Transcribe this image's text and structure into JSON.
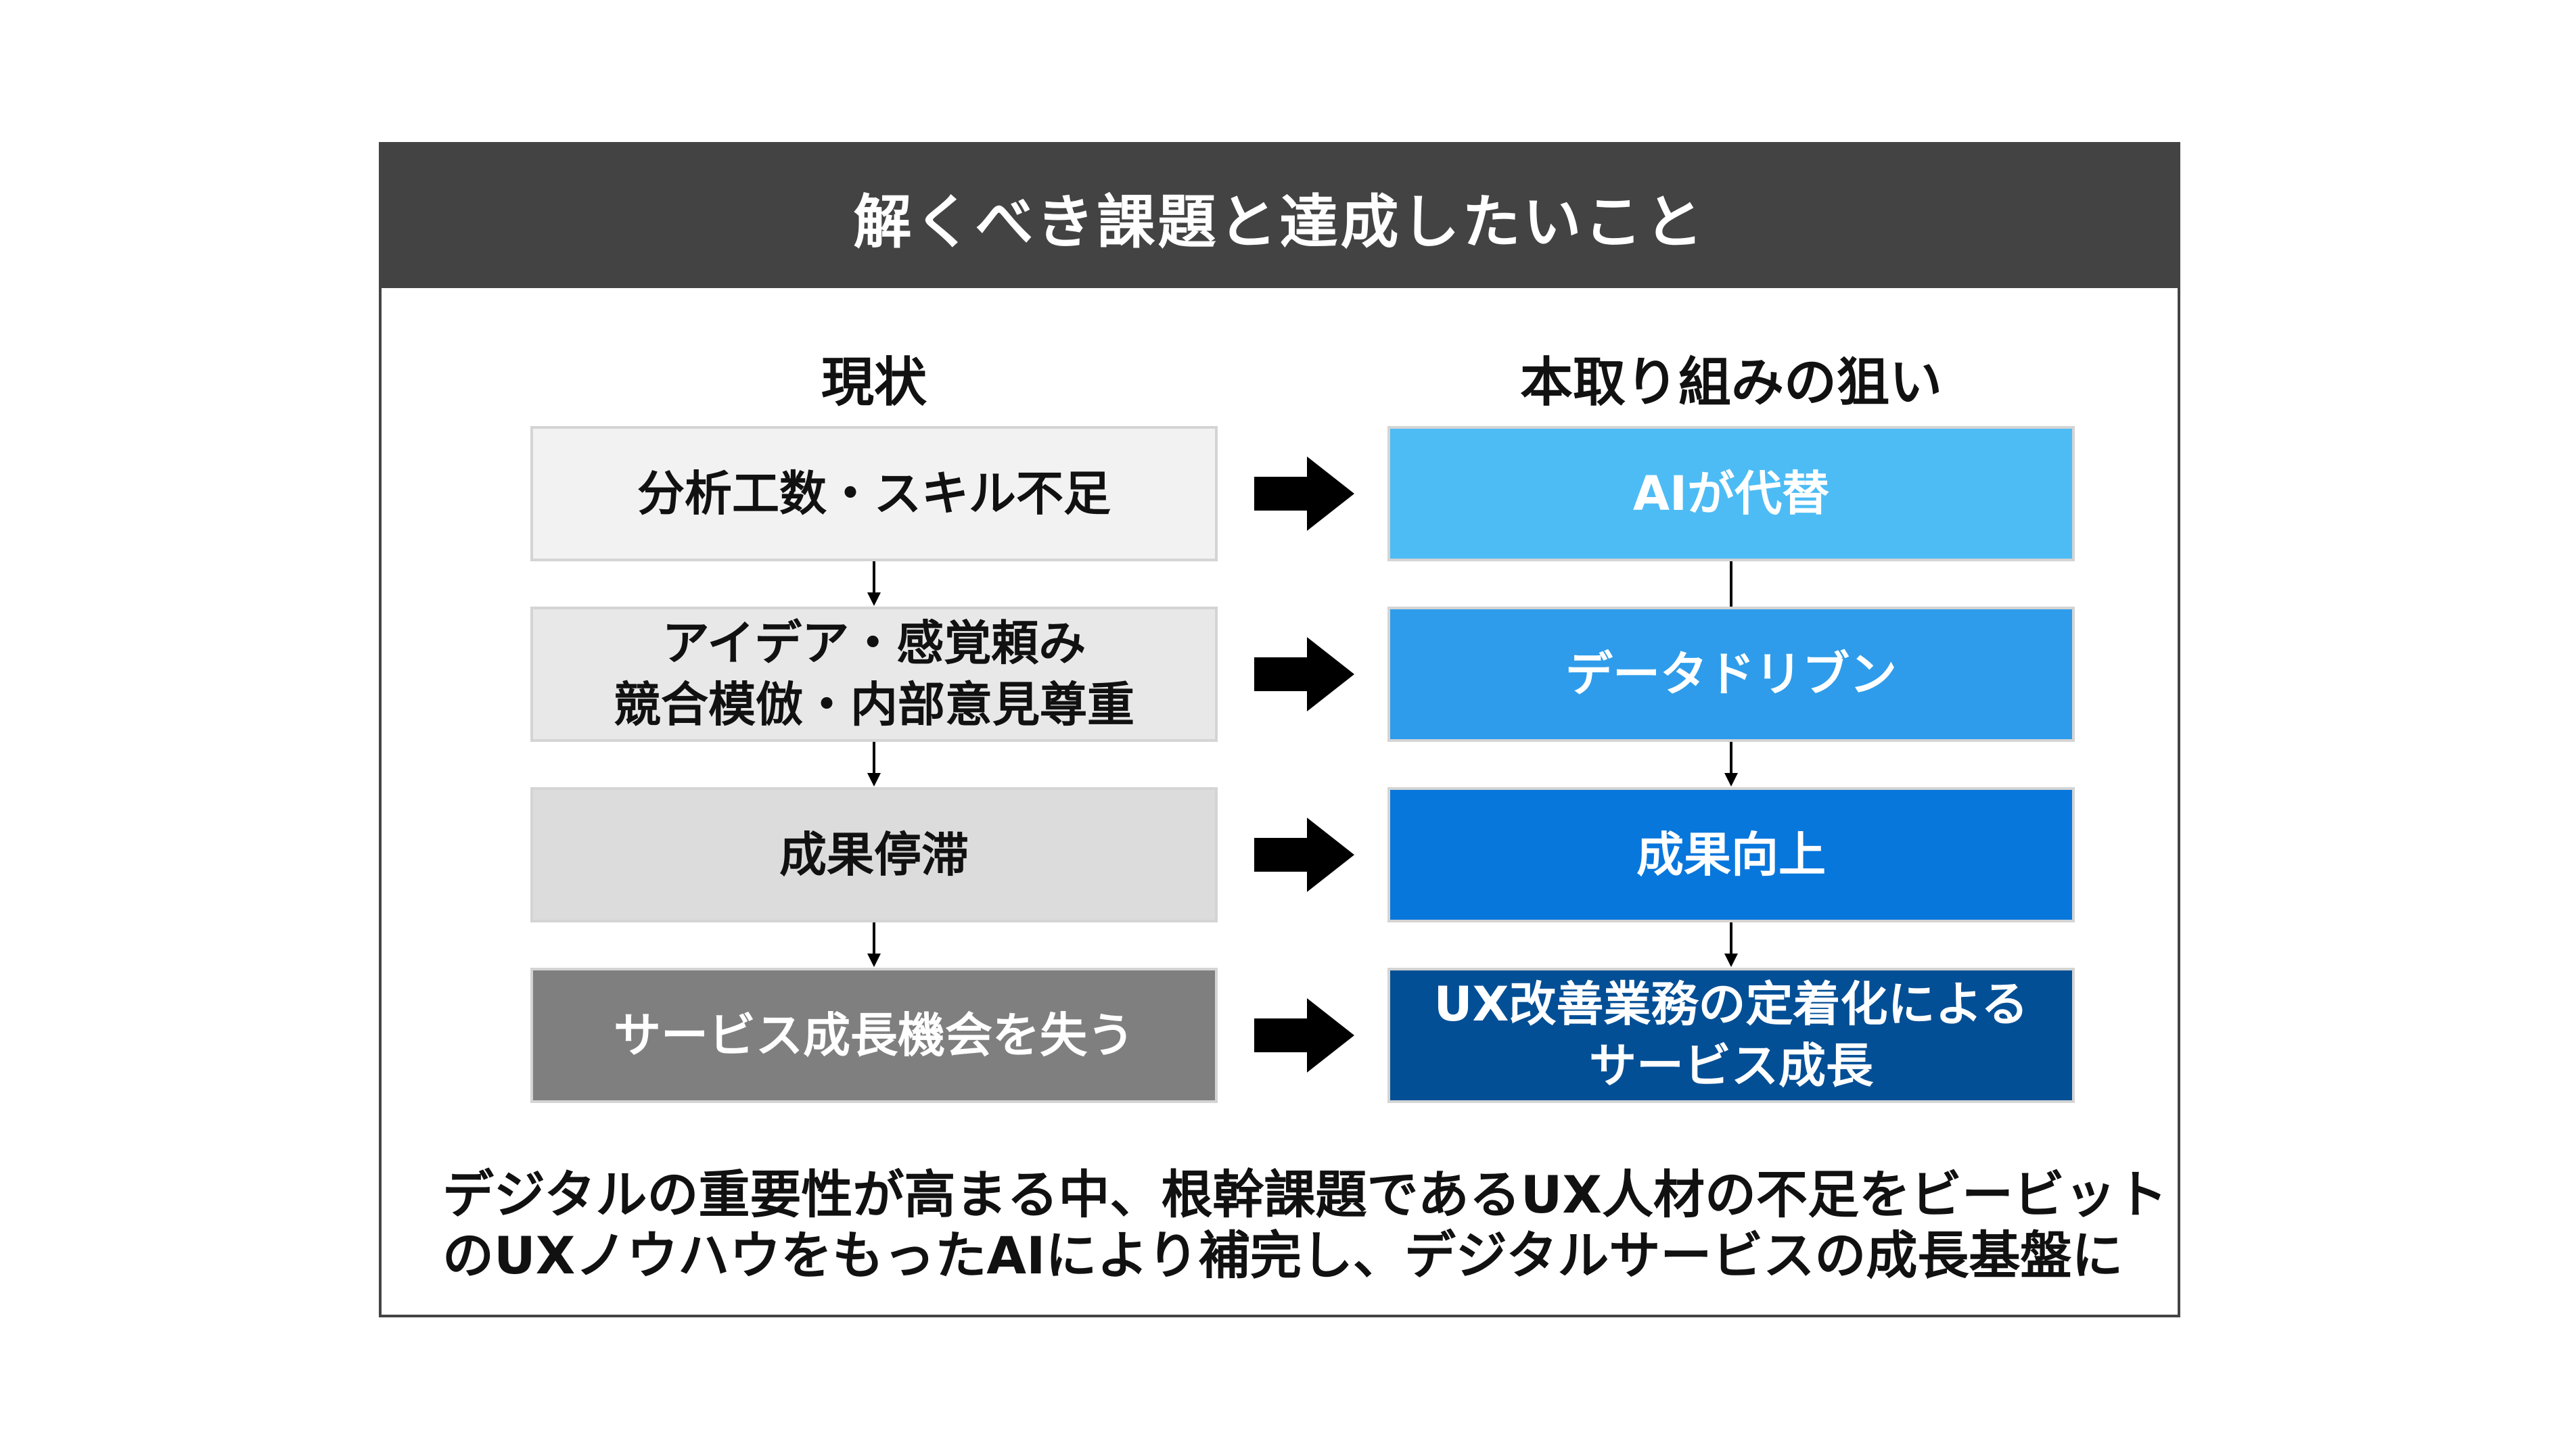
{
  "title": "解くべき課題と達成したいこと",
  "left_column": {
    "heading": "現状",
    "boxes": [
      {
        "text": "分析工数・スキル不足",
        "bg": "#f2f2f2",
        "color": "#111111"
      },
      {
        "text": "アイデア・感覚頼み\n競合模倣・内部意見尊重",
        "bg": "#e8e8e8",
        "color": "#111111"
      },
      {
        "text": "成果停滞",
        "bg": "#dcdcdc",
        "color": "#111111"
      },
      {
        "text": "サービス成長機会を失う",
        "bg": "#7f7f7f",
        "color": "#ffffff"
      }
    ]
  },
  "right_column": {
    "heading": "本取り組みの狙い",
    "boxes": [
      {
        "text": "AIが代替",
        "bg": "#4dbcf5"
      },
      {
        "text": "データドリブン",
        "bg": "#2e9cea"
      },
      {
        "text": "成果向上",
        "bg": "#0877dc"
      },
      {
        "text": "UX改善業務の定着化による\nサービス成長",
        "bg": "#034f96"
      }
    ]
  },
  "footer": {
    "line1": "デジタルの重要性が高まる中、根幹課題であるUX人材の不足をビービット",
    "line2": "のUXノウハウをもったAIにより補完し、デジタルサービスの成長基盤に"
  },
  "colors": {
    "header_bg": "#434343",
    "arrow": "#000000"
  }
}
